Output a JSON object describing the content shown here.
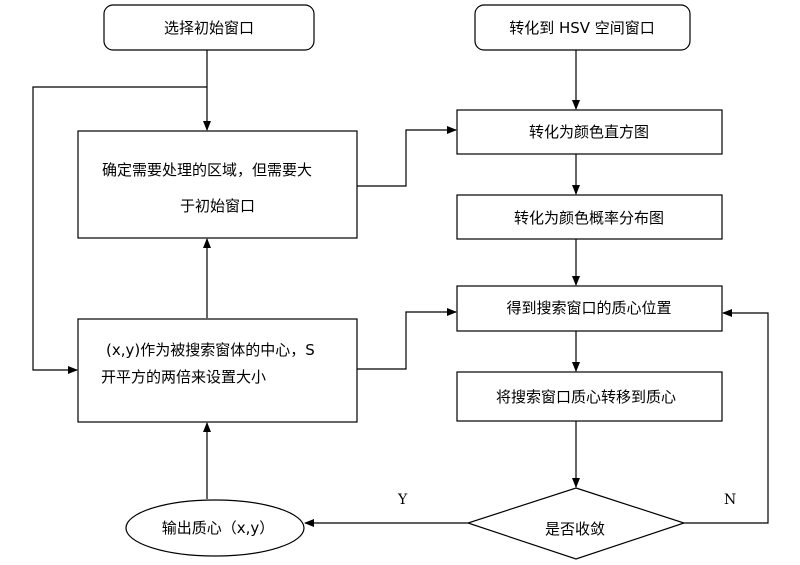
{
  "nodes": {
    "start": {
      "label": "选择初始窗口"
    },
    "hsv": {
      "label": "转化到 HSV 空间窗口"
    },
    "region": {
      "line1": "确定需要处理的区域，但需要大",
      "line2": "于初始窗口"
    },
    "hist": {
      "label": "转化为颜色直方图"
    },
    "prob": {
      "label": "转化为颜色概率分布图"
    },
    "centroid": {
      "label": "得到搜索窗口的质心位置"
    },
    "center": {
      "line1": "(x,y)作为被搜索窗体的中心，S",
      "line2": "开平方的两倍来设置大小"
    },
    "move": {
      "label": "将搜索窗口质心转移到质心"
    },
    "converge": {
      "label": "是否收敛"
    },
    "output": {
      "label": "输出质心（x,y）"
    }
  },
  "edges": {
    "yes_label": "Y",
    "no_label": "N"
  },
  "colors": {
    "stroke": "#000000",
    "fill": "#ffffff"
  }
}
